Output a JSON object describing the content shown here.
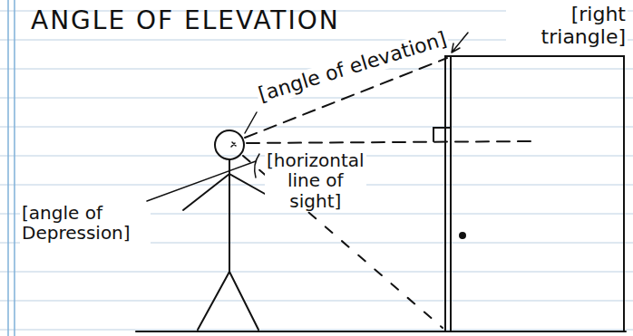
{
  "diagram": {
    "title": "ANGLE OF ELEVATION",
    "labels": [
      "[angle of elevation]",
      "[right triangle]",
      "[horizontal line of sight]",
      "[angle of Depression]"
    ]
  }
}
